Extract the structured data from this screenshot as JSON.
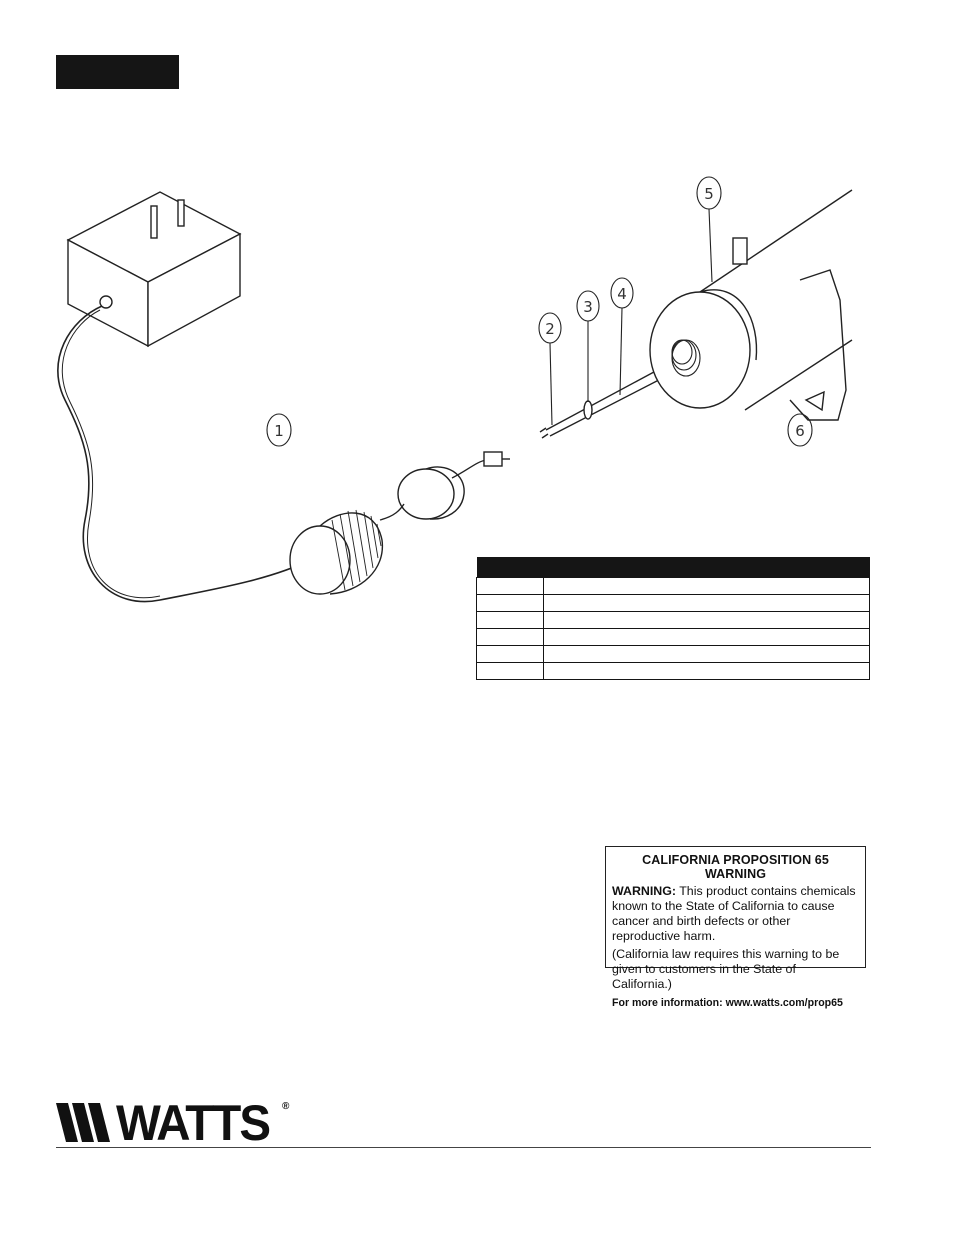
{
  "diagram": {
    "callouts": [
      "1",
      "2",
      "3",
      "4",
      "5",
      "6"
    ]
  },
  "parts_table": {
    "rows": [
      {
        "num": "",
        "desc": ""
      },
      {
        "num": "",
        "desc": ""
      },
      {
        "num": "",
        "desc": ""
      },
      {
        "num": "",
        "desc": ""
      },
      {
        "num": "",
        "desc": ""
      },
      {
        "num": "",
        "desc": ""
      }
    ]
  },
  "warning": {
    "title": "CALIFORNIA PROPOSITION 65 WARNING",
    "lead": "WARNING:",
    "body": " This product contains chemicals known to the State of California to cause cancer and birth defects or other reproductive harm.",
    "note": "(California law requires this warning to be given to customers in the State of California.)",
    "info": "For more information: www.watts.com/prop65"
  },
  "logo": {
    "text": "WATTS",
    "mark": "®"
  }
}
